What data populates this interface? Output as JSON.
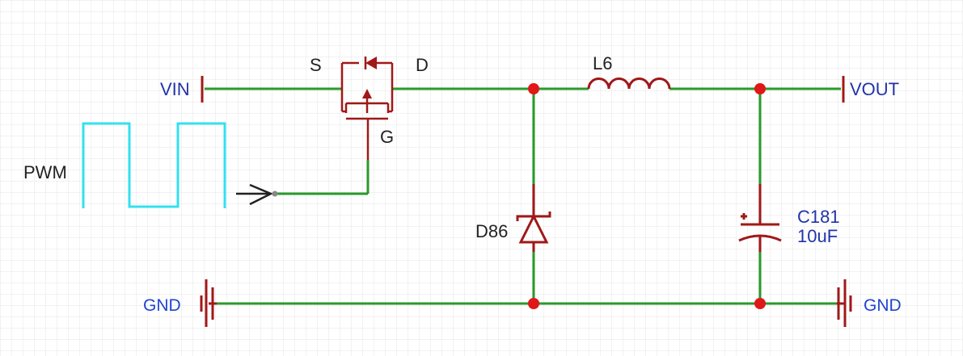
{
  "labels": {
    "vin": "VIN",
    "vout": "VOUT",
    "pwm": "PWM",
    "source": "S",
    "drain": "D",
    "gate": "G",
    "inductor": "L6",
    "diode": "D86",
    "capacitor_ref": "C181",
    "capacitor_value": "10uF",
    "gnd_left": "GND",
    "gnd_right": "GND"
  },
  "colors": {
    "wire": "#2a9a2a",
    "component": "#a01818",
    "junction": "#e01818",
    "net_label": "#2233a8",
    "pwm_wave": "#33e0f0",
    "grid": "#e6e6e6"
  }
}
